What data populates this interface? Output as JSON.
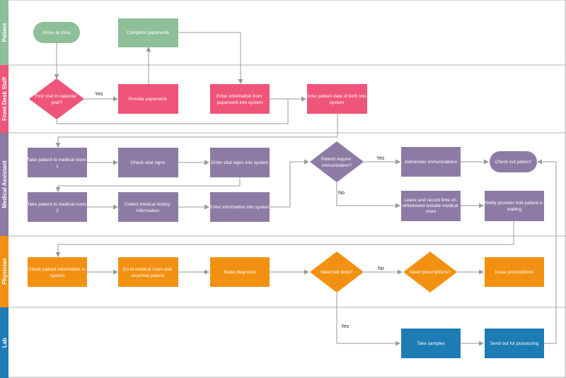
{
  "colors": {
    "patient": "#8dbf99",
    "front_desk": "#ee5579",
    "medical_assistant": "#8e7ba5",
    "physician": "#f29111",
    "lab": "#1e7cb5",
    "lane_line": "#b0b0b0",
    "arrow": "#9a9a9a"
  },
  "lanes": [
    {
      "id": "patient",
      "label": "Patient"
    },
    {
      "id": "front_desk",
      "label": "Front Desk Staff"
    },
    {
      "id": "medical_assistant",
      "label": "Medical Assistant"
    },
    {
      "id": "physician",
      "label": "Physician"
    },
    {
      "id": "lab",
      "label": "Lab"
    }
  ],
  "nodes": {
    "arrive": {
      "label": [
        "Arrive at clinic"
      ],
      "shape": "terminator",
      "lane": "patient"
    },
    "paperwork_complete": {
      "label": [
        "Complete paperwork"
      ],
      "shape": "process",
      "lane": "patient"
    },
    "first_visit": {
      "label": [
        "First visit in calendar",
        "year?"
      ],
      "shape": "decision",
      "lane": "front_desk"
    },
    "provide_paperwork": {
      "label": [
        "Provide paperwork"
      ],
      "shape": "process",
      "lane": "front_desk"
    },
    "enter_paperwork": {
      "label": [
        "Enter information from",
        "paperwork into system"
      ],
      "shape": "process",
      "lane": "front_desk"
    },
    "enter_dob": {
      "label": [
        "Enter patient date of birth into",
        "system"
      ],
      "shape": "process",
      "lane": "front_desk"
    },
    "take_room1": {
      "label": [
        "Take patient to medical room",
        "1"
      ],
      "shape": "process",
      "lane": "medical_assistant"
    },
    "vitals": {
      "label": [
        "Check vital signs"
      ],
      "shape": "process",
      "lane": "medical_assistant"
    },
    "enter_vitals": {
      "label": [
        "Enter vital signs into system"
      ],
      "shape": "process",
      "lane": "medical_assistant"
    },
    "immunization_q": {
      "label": [
        "Patient require",
        "immunization?"
      ],
      "shape": "decision",
      "lane": "medical_assistant"
    },
    "administer": {
      "label": [
        "Administer immunizations"
      ],
      "shape": "process",
      "lane": "medical_assistant"
    },
    "checkout": {
      "label": [
        "Check out patient"
      ],
      "shape": "terminator",
      "lane": "medical_assistant"
    },
    "take_room2": {
      "label": [
        "Take patient to medical room",
        "2"
      ],
      "shape": "process",
      "lane": "medical_assistant"
    },
    "history": {
      "label": [
        "Collect medical history",
        "information"
      ],
      "shape": "process",
      "lane": "medical_assistant"
    },
    "enter_info": {
      "label": [
        "Enter information into system"
      ],
      "shape": "process",
      "lane": "medical_assistant"
    },
    "leave_record": {
      "label": [
        "Leave and record time on",
        "whiteboard outside medical",
        "room"
      ],
      "shape": "process",
      "lane": "medical_assistant"
    },
    "notify": {
      "label": [
        "Notify provider that patient is",
        "waiting"
      ],
      "shape": "process",
      "lane": "medical_assistant"
    },
    "check_info": {
      "label": [
        "Check patient information in",
        "system"
      ],
      "shape": "process",
      "lane": "physician"
    },
    "go_room": {
      "label": [
        "Go to medical room and",
        "examine patient"
      ],
      "shape": "process",
      "lane": "physician"
    },
    "diagnosis": {
      "label": [
        "Make diagnosis"
      ],
      "shape": "process",
      "lane": "physician"
    },
    "lab_q": {
      "label": [
        "Need lab tests?"
      ],
      "shape": "decision",
      "lane": "physician"
    },
    "prescription_q": {
      "label": [
        "Need prescriptions?"
      ],
      "shape": "decision",
      "lane": "physician"
    },
    "issue": {
      "label": [
        "Issue prescriptions"
      ],
      "shape": "process",
      "lane": "physician"
    },
    "samples": {
      "label": [
        "Take samples"
      ],
      "shape": "process",
      "lane": "lab"
    },
    "send_out": {
      "label": [
        "Send out for processing"
      ],
      "shape": "process",
      "lane": "lab"
    }
  },
  "edge_labels": {
    "first_visit_yes": "Yes",
    "immunization_yes": "Yes",
    "immunization_no": "No",
    "lab_no": "No",
    "lab_yes": "Yes"
  }
}
